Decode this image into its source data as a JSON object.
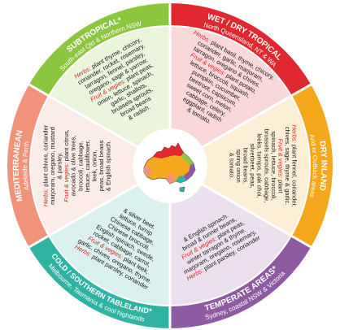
{
  "colors": {
    "subtropical": "#8cc63f",
    "wet_dry": "#e0282e",
    "dry_inland": "#f5a81c",
    "temperate": "#8e5ba3",
    "cold": "#31b3a2",
    "mediterranean": "#f0937a",
    "label_red": "#d8262a"
  },
  "segments": [
    {
      "key": "subtropical",
      "title": "SUBTROPICAL*",
      "subtitle": "South-east Qld & Northern NSW",
      "lines": [
        {
          "label": "Herbs:",
          "text": " plant thyme, chicory,"
        },
        {
          "text": "coriander, rocket, rosemary,"
        },
        {
          "text": "tarragon, fennel, parsley,"
        },
        {
          "text": "oregano, sage & yarrow."
        },
        {
          "label": "Fruit & vegies:",
          "text": " plant peas,"
        },
        {
          "text": "onion, lettuce, spinach,"
        },
        {
          "text": "garlic, shallots,"
        },
        {
          "text": "brussels sprouts,"
        },
        {
          "text": "broad beans"
        },
        {
          "text": "& radish."
        }
      ]
    },
    {
      "key": "wet_dry",
      "title": "WET / DRY TROPICAL",
      "subtitle": "North Queensland, NT & WA",
      "lines": [
        {
          "label": "Herbs:",
          "text": " plant basil, thyme, chicory,"
        },
        {
          "text": "coriander, garlic, marjoram,"
        },
        {
          "text": "tarragon, oregano & chives."
        },
        {
          "label": "Fruit & vegies:",
          "text": " plant potato,"
        },
        {
          "text": "lettuce, broccoli, squash,"
        },
        {
          "text": "pumpkin, cucumber,"
        },
        {
          "text": "beetroot, capsicum,"
        },
        {
          "text": "sweet corn, melon,"
        },
        {
          "text": "cabbage, celery,"
        },
        {
          "text": "eggplant, radish"
        },
        {
          "text": "& tomato."
        }
      ]
    },
    {
      "key": "dry_inland",
      "title": "DRY INLAND",
      "subtitle": "Arid or Outback areas",
      "lines": [
        {
          "label": "Herbs:",
          "text": " plant fennel, coriander,"
        },
        {
          "text": "chives, sage, thyme & garlic."
        },
        {
          "label": "Fruit & vegies:",
          "text": " plant"
        },
        {
          "text": "spinach, lettuce, broccoli,"
        },
        {
          "text": "brussels sprouts, cabbage,"
        },
        {
          "text": "leeks, turnips, pak choi,"
        },
        {
          "text": "silverbeet, peas,"
        },
        {
          "text": "broad beans,"
        },
        {
          "text": "spring onion"
        },
        {
          "text": "& tomato."
        }
      ]
    },
    {
      "key": "temperate",
      "title": "TEMPERATE AREAS*",
      "subtitle": "Sydney, coastal NSW & Victoria",
      "lines": [
        {
          "text": "& English spinach."
        },
        {
          "text": "broad & runner beans,"
        },
        {
          "label": "Fruit & vegies:",
          "text": " plant peas,"
        },
        {
          "text": "winter tarragon & thyme."
        },
        {
          "text": "marjoram, oregano, rosemary,"
        },
        {
          "label": "Herbs:",
          "text": " plant parsley, coriander"
        }
      ]
    },
    {
      "key": "cold",
      "title": "COLD / SOUTHERN TABLELAND*",
      "subtitle": "Melbourne, Tasmania & cool highlands",
      "lines": [
        {
          "text": "& silver beet."
        },
        {
          "text": "lettuce, turnip"
        },
        {
          "text": "Chinese cabbage,"
        },
        {
          "text": "Chinese broccoli,"
        },
        {
          "text": "English spinach, swede,"
        },
        {
          "text": "rocket, cabbage, carrot,"
        },
        {
          "label": "Fruit & vegies:",
          "text": " plant leek,"
        },
        {
          "text": "garlic, chives, oregano, thyme."
        },
        {
          "label": "Herbs:",
          "text": " plant parsley, coriander"
        }
      ]
    },
    {
      "key": "mediterranean",
      "title": "MEDITERRANEAN",
      "subtitle": "Adelaide & Perth",
      "lines": [
        {
          "label": "Herbs:",
          "text": " plant chives, coriander"
        },
        {
          "text": "marjoram, oregano, mustard"
        },
        {
          "text": "& parsley."
        },
        {
          "label": "Fruit & vegies:",
          "text": " plant citrus,"
        },
        {
          "text": "avocado & olive trees,"
        },
        {
          "text": "broccoli, cabbage,"
        },
        {
          "text": "lettuce, cauliflower,"
        },
        {
          "text": "leek, onion,"
        },
        {
          "text": "peas, broad beans"
        },
        {
          "text": "& English spinach."
        }
      ]
    }
  ]
}
